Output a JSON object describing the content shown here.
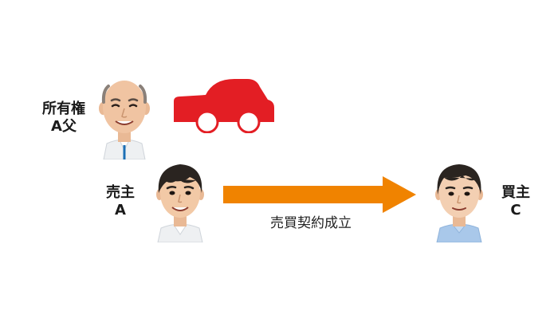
{
  "owner": {
    "role": "所有権",
    "name": "A父"
  },
  "seller": {
    "role": "売主",
    "name": "A"
  },
  "buyer": {
    "role": "買主",
    "name": "C"
  },
  "arrow_caption": "売買契約成立",
  "colors": {
    "car": "#e31e24",
    "arrow": "#f08300",
    "skin": "#f2c9a6",
    "hair": "#2a2420",
    "shirt_white": "#eef0f2",
    "shirt_blue": "#a9c8ea"
  }
}
